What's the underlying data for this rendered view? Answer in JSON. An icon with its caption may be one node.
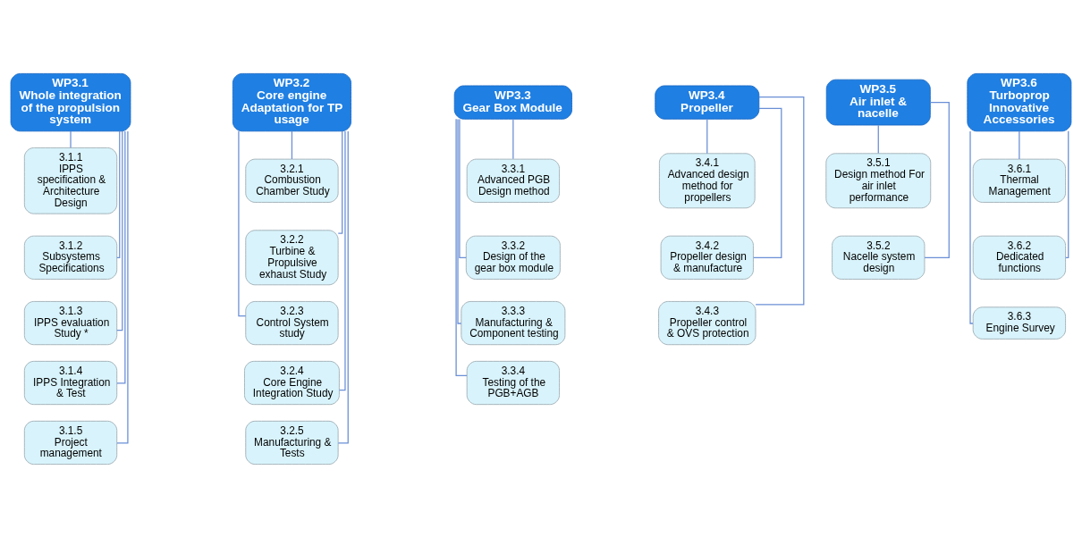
{
  "diagram": {
    "nodes": [
      {
        "text": [
          "WP3.1",
          "Whole integration of the propulsion system"
        ]
      },
      {
        "text": [
          "3.1.1",
          "IPPS specification & Architecture Design"
        ]
      },
      {
        "text": [
          "3.1.2",
          "Subsystems Specifications"
        ]
      },
      {
        "text": [
          "3.1.3",
          "IPPS evaluation Study *"
        ]
      },
      {
        "text": [
          "3.1.4",
          "IPPS Integration & Test"
        ]
      },
      {
        "text": [
          "3.1.5",
          "Project management"
        ]
      },
      {
        "text": [
          "WP3.2",
          "Core engine Adaptation for TP usage"
        ]
      },
      {
        "text": [
          "3.2.1",
          "Combustion Chamber Study"
        ]
      },
      {
        "text": [
          "3.2.2",
          "Turbine & Propulsive exhaust Study"
        ]
      },
      {
        "text": [
          "3.2.3",
          "Control System study"
        ]
      },
      {
        "text": [
          "3.2.4",
          "Core Engine Integration Study"
        ]
      },
      {
        "text": [
          "3.2.5",
          "Manufacturing & Tests"
        ]
      },
      {
        "text": [
          "WP3.3",
          "Gear Box Module"
        ]
      },
      {
        "text": [
          "3.3.1",
          "Advanced PGB Design method"
        ]
      },
      {
        "text": [
          "3.3.2",
          "Design of the gear box module"
        ]
      },
      {
        "text": [
          "3.3.3",
          "Manufacturing & Component testing"
        ]
      },
      {
        "text": [
          "3.3.4",
          "Testing of the PGB+AGB"
        ]
      },
      {
        "text": [
          "WP3.4",
          "Propeller"
        ]
      },
      {
        "text": [
          "3.4.1",
          "Advanced design method for propellers"
        ]
      },
      {
        "text": [
          "3.4.2",
          "Propeller design & manufacture"
        ]
      },
      {
        "text": [
          "3.4.3",
          "Propeller control & OVS protection"
        ]
      },
      {
        "text": [
          "WP3.5",
          "Air inlet & nacelle"
        ]
      },
      {
        "text": [
          "3.5.1",
          "Design method For air inlet performance"
        ]
      },
      {
        "text": [
          "3.5.2",
          "Nacelle system design"
        ]
      },
      {
        "text": [
          "WP3.6",
          "Turboprop Innovative Accessories"
        ]
      },
      {
        "text": [
          "3.6.1",
          "Thermal Management"
        ]
      },
      {
        "text": [
          "3.6.2",
          "Dedicated functions"
        ]
      },
      {
        "text": [
          "3.6.3",
          "Engine Survey"
        ]
      }
    ],
    "edges": [
      {
        "from": 0,
        "to": 1,
        "arrow": "none"
      },
      {
        "from": 0,
        "to": 2,
        "arrow": "none"
      },
      {
        "from": 0,
        "to": 3,
        "arrow": "none"
      },
      {
        "from": 0,
        "to": 4,
        "arrow": "none"
      },
      {
        "from": 0,
        "to": 5,
        "arrow": "none"
      },
      {
        "from": 6,
        "to": 7,
        "arrow": "none"
      },
      {
        "from": 6,
        "to": 8,
        "arrow": "none"
      },
      {
        "from": 6,
        "to": 9,
        "arrow": "none"
      },
      {
        "from": 6,
        "to": 10,
        "arrow": "none"
      },
      {
        "from": 6,
        "to": 11,
        "arrow": "none"
      },
      {
        "from": 12,
        "to": 13,
        "arrow": "none"
      },
      {
        "from": 12,
        "to": 14,
        "arrow": "none"
      },
      {
        "from": 12,
        "to": 15,
        "arrow": "none"
      },
      {
        "from": 12,
        "to": 16,
        "arrow": "none"
      },
      {
        "from": 17,
        "to": 18,
        "arrow": "none"
      },
      {
        "from": 17,
        "to": 19,
        "arrow": "none"
      },
      {
        "from": 17,
        "to": 20,
        "arrow": "none"
      },
      {
        "from": 21,
        "to": 22,
        "arrow": "none"
      },
      {
        "from": 21,
        "to": 23,
        "arrow": "none"
      },
      {
        "from": 24,
        "to": 25,
        "arrow": "none"
      },
      {
        "from": 24,
        "to": 26,
        "arrow": "none"
      },
      {
        "from": 24,
        "to": 27,
        "arrow": "none"
      }
    ]
  }
}
